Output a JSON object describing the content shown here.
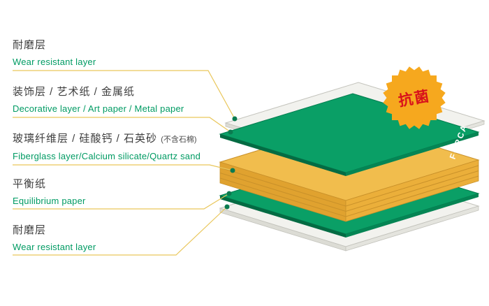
{
  "labels": [
    {
      "zh": "耐磨层",
      "en": "Wear resistant layer"
    },
    {
      "zh": "装饰层 / 艺术纸 / 金属纸",
      "en": "Decorative layer / Art paper / Metal paper"
    },
    {
      "zh": "玻璃纤维层 / 硅酸钙 / 石英砂",
      "note": "(不含石棉)",
      "en": "Fiberglass layer/Calcium silicate/Quartz sand"
    },
    {
      "zh": "平衡纸",
      "en": "Equilibrium paper"
    },
    {
      "zh": "耐磨层",
      "en": "Wear resistant layer"
    }
  ],
  "badge": {
    "label": "抗菌"
  },
  "brand": {
    "label": "FORCA"
  },
  "colors": {
    "accent_green": "#009B63",
    "layer_green": "#0A9F66",
    "layer_green_edge": "#046B43",
    "core_gold": "#F1BD4D",
    "core_gold_edge": "#C9912A",
    "sheet_white": "#F2F2EE",
    "sheet_white_edge": "#C3C3BC",
    "leader_line": "#E9C65A",
    "dot_green": "#0B7B50",
    "badge_orange": "#F6A81E",
    "badge_text_red": "#D8121B",
    "label_text": "#3E3E3E"
  }
}
